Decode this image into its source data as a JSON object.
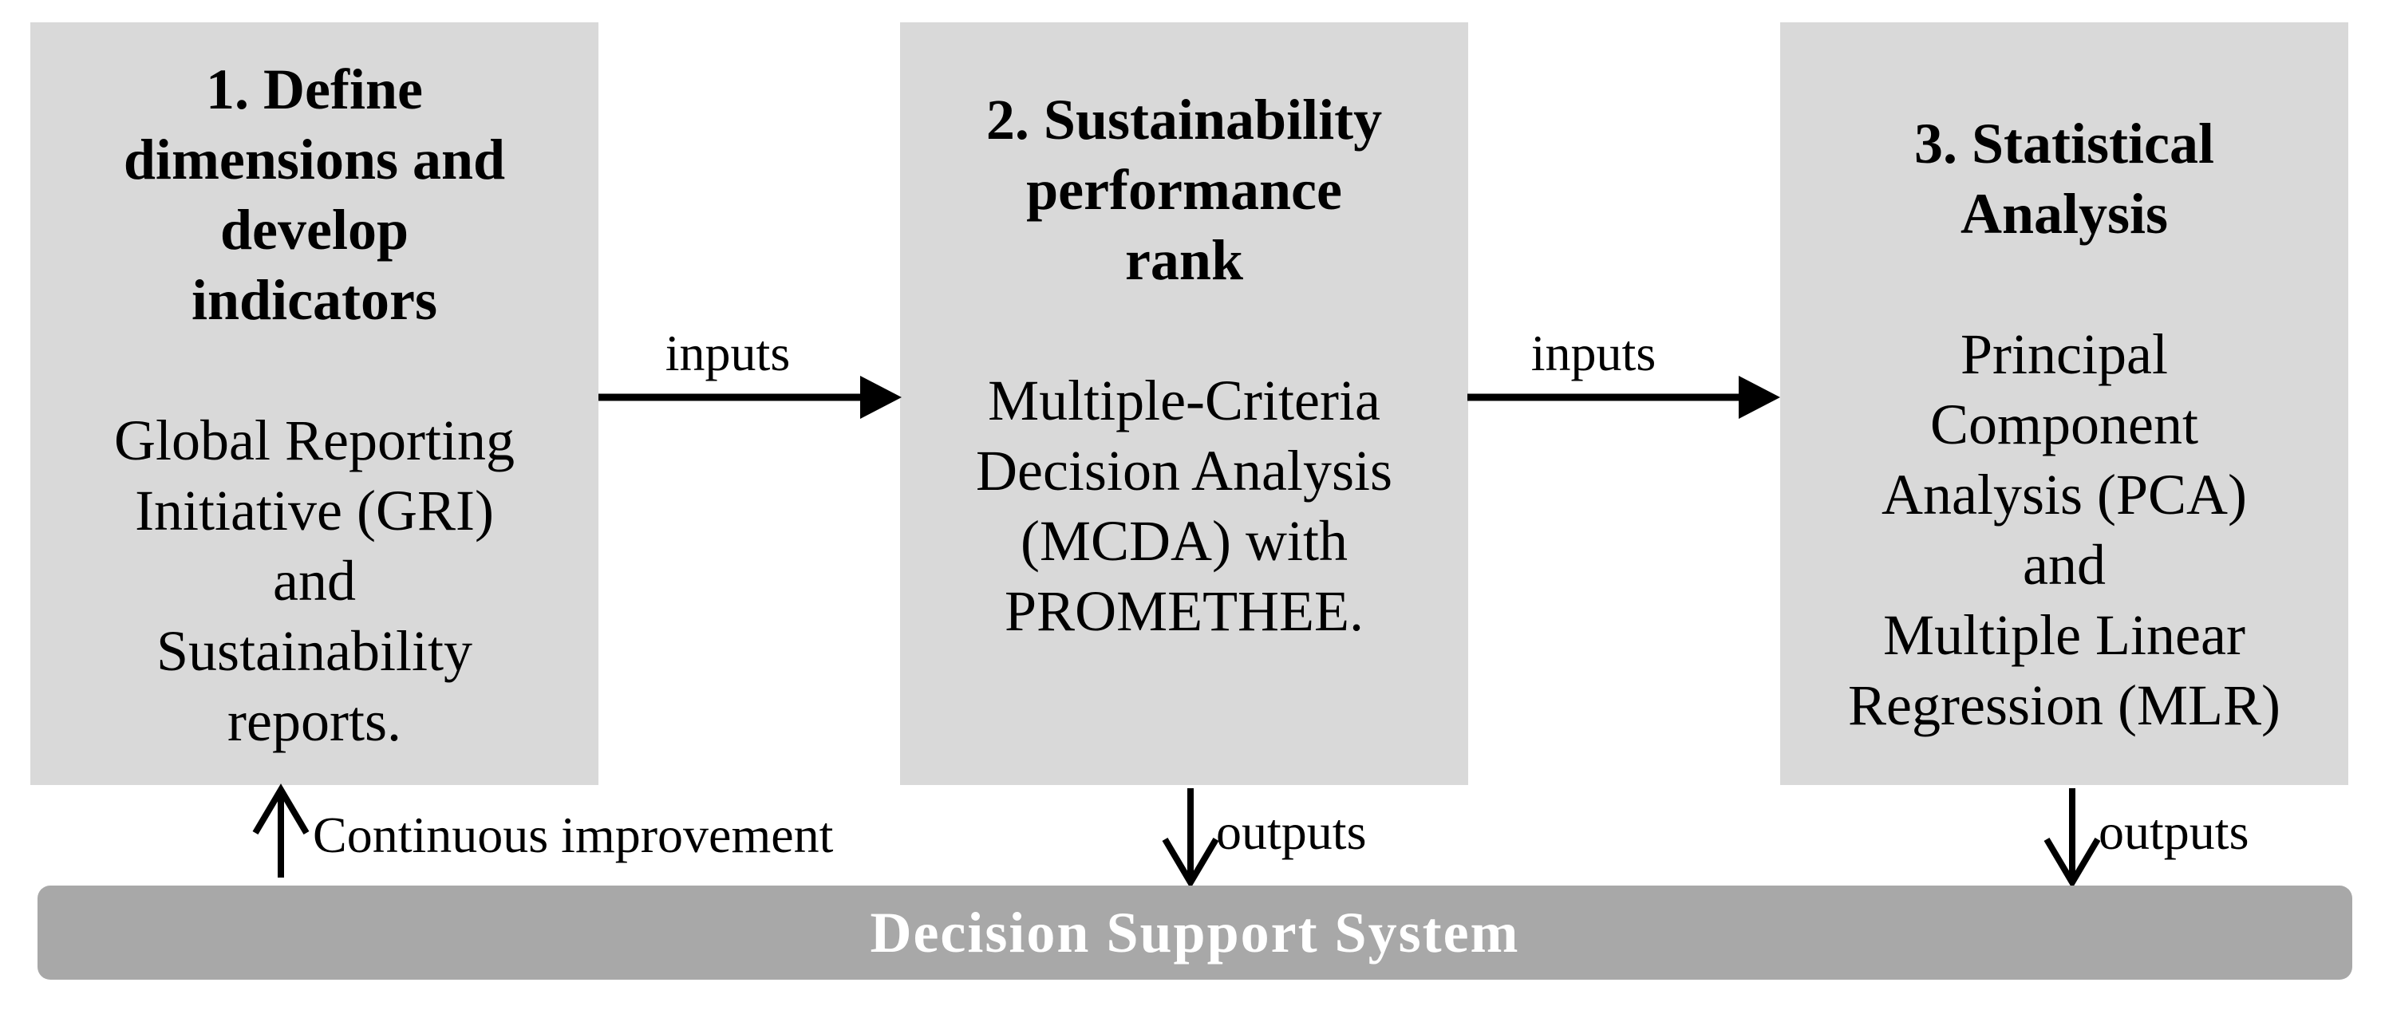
{
  "figure": {
    "type": "methodology-flow-diagram"
  },
  "steps": [
    {
      "title_lines": [
        "1. Define",
        "dimensions and",
        "develop",
        "indicators"
      ],
      "body_lines": [
        "Global Reporting",
        "Initiative (GRI)",
        "and",
        "Sustainability",
        "reports."
      ]
    },
    {
      "title_lines": [
        "2. Sustainability",
        "performance",
        "rank"
      ],
      "body_lines": [
        "Multiple-Criteria",
        "Decision Analysis",
        "(MCDA) with",
        "PROMETHEE."
      ]
    },
    {
      "title_lines": [
        "3. Statistical",
        "Analysis"
      ],
      "body_lines": [
        "Principal",
        "Component",
        "Analysis (PCA)",
        "and",
        "Multiple Linear",
        "Regression (MLR)"
      ]
    }
  ],
  "labels": {
    "inputs_1": "inputs",
    "inputs_2": "inputs",
    "outputs_1": "outputs",
    "outputs_2": "outputs",
    "feedback": "Continuous improvement"
  },
  "bar": {
    "label": "Decision Support System"
  },
  "colors": {
    "background": "#ffffff",
    "box_fill": "#d9d9d9",
    "bar_fill": "#a8a8a8",
    "bar_text": "#ffffff",
    "text": "#000000",
    "arrow": "#000000"
  }
}
